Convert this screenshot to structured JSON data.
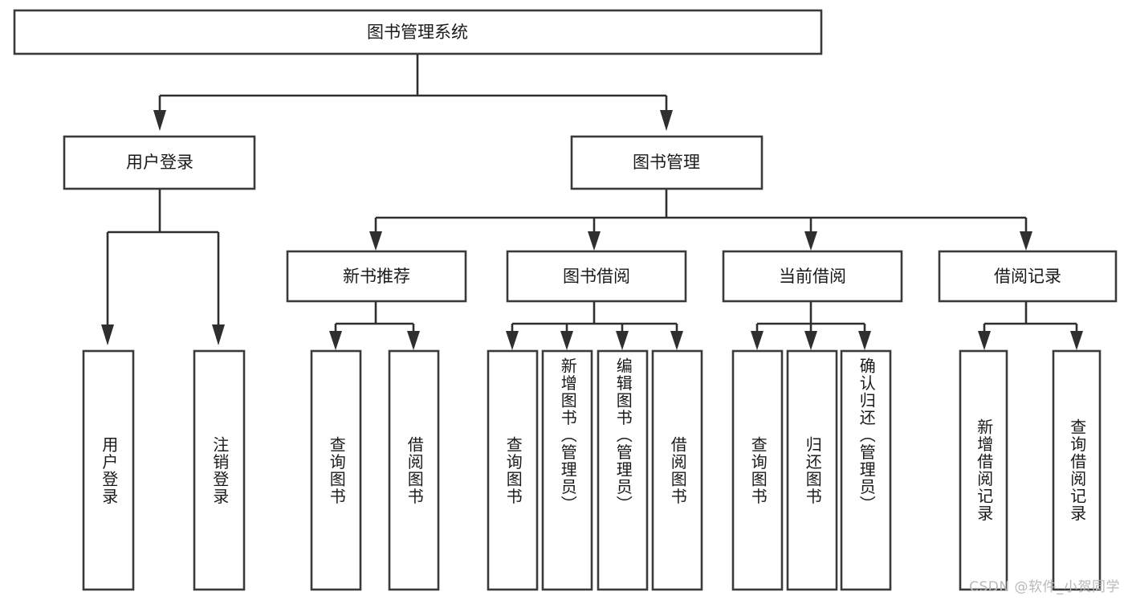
{
  "diagram": {
    "title": "图书管理系统",
    "type": "hierarchy-tree",
    "orientation": "top-down",
    "colors": {
      "box_stroke": "#3a3a3a",
      "box_fill": "#ffffff",
      "connector": "#2f2f2f",
      "text": "#1a1a1a",
      "background": "#ffffff",
      "watermark": "#b9b9b9"
    },
    "root": {
      "id": "root",
      "label": "图书管理系统",
      "orientation": "horizontal"
    },
    "level2": [
      {
        "id": "user-login",
        "label": "用户登录",
        "orientation": "horizontal"
      },
      {
        "id": "book-manage",
        "label": "图书管理",
        "orientation": "horizontal"
      }
    ],
    "level3": [
      {
        "id": "new-book-recommend",
        "label": "新书推荐",
        "parent": "book-manage",
        "orientation": "horizontal"
      },
      {
        "id": "book-borrow",
        "label": "图书借阅",
        "parent": "book-manage",
        "orientation": "horizontal"
      },
      {
        "id": "current-borrow",
        "label": "当前借阅",
        "parent": "book-manage",
        "orientation": "horizontal"
      },
      {
        "id": "borrow-record",
        "label": "借阅记录",
        "parent": "book-manage",
        "orientation": "horizontal"
      }
    ],
    "leaves": [
      {
        "id": "leaf-user-login",
        "label": "用户登录",
        "parent": "user-login",
        "orientation": "vertical"
      },
      {
        "id": "leaf-user-logout",
        "label": "注销登录",
        "parent": "user-login",
        "orientation": "vertical"
      },
      {
        "id": "leaf-query-book-1",
        "label": "查询图书",
        "parent": "new-book-recommend",
        "orientation": "vertical"
      },
      {
        "id": "leaf-borrow-book-1",
        "label": "借阅图书",
        "parent": "new-book-recommend",
        "orientation": "vertical"
      },
      {
        "id": "leaf-query-book-2",
        "label": "查询图书",
        "parent": "book-borrow",
        "orientation": "vertical"
      },
      {
        "id": "leaf-add-book",
        "label": "新增图书（管理员）",
        "parent": "book-borrow",
        "orientation": "vertical"
      },
      {
        "id": "leaf-edit-book",
        "label": "编辑图书（管理员）",
        "parent": "book-borrow",
        "orientation": "vertical"
      },
      {
        "id": "leaf-borrow-book-2",
        "label": "借阅图书",
        "parent": "book-borrow",
        "orientation": "vertical"
      },
      {
        "id": "leaf-query-book-3",
        "label": "查询图书",
        "parent": "current-borrow",
        "orientation": "vertical"
      },
      {
        "id": "leaf-return-book",
        "label": "归还图书",
        "parent": "current-borrow",
        "orientation": "vertical"
      },
      {
        "id": "leaf-confirm-return",
        "label": "确认归还（管理员）",
        "parent": "current-borrow",
        "orientation": "vertical"
      },
      {
        "id": "leaf-add-record",
        "label": "新增借阅记录",
        "parent": "borrow-record",
        "orientation": "vertical"
      },
      {
        "id": "leaf-query-record",
        "label": "查询借阅记录",
        "parent": "borrow-record",
        "orientation": "vertical"
      }
    ],
    "watermark": "CSDN @软件_小贺同学"
  }
}
